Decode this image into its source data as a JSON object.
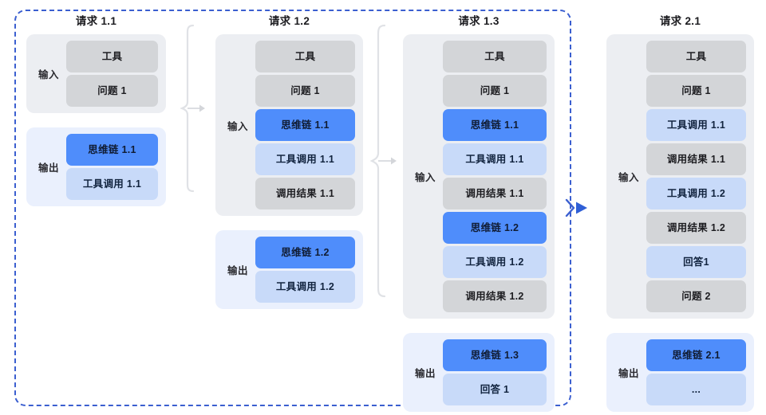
{
  "diagram": {
    "title_none": "",
    "group_label": "requests-1-group",
    "colors": {
      "accent_blue": "#4f8dfb",
      "light_blue": "#c8daf9",
      "grey_row": "#d3d5d8",
      "input_panel": "#eceef2",
      "output_panel": "#eaf0fd",
      "dashed_border": "#3b5fd0",
      "bracket_grey": "#dddfe3"
    },
    "labels": {
      "input": "输入",
      "output": "输出"
    },
    "columns": [
      {
        "id": "request-1-1",
        "title": "请求 1.1",
        "input": {
          "label": "输入",
          "rows": [
            {
              "text": "工具",
              "style": "grey"
            },
            {
              "text": "问题 1",
              "style": "grey"
            }
          ]
        },
        "output": {
          "label": "输出",
          "rows": [
            {
              "text": "思维链 1.1",
              "style": "blue"
            },
            {
              "text": "工具调用 1.1",
              "style": "lightblue"
            }
          ]
        }
      },
      {
        "id": "request-1-2",
        "title": "请求 1.2",
        "input": {
          "label": "输入",
          "rows": [
            {
              "text": "工具",
              "style": "grey"
            },
            {
              "text": "问题 1",
              "style": "grey"
            },
            {
              "text": "思维链 1.1",
              "style": "blue"
            },
            {
              "text": "工具调用 1.1",
              "style": "lightblue"
            },
            {
              "text": "调用结果 1.1",
              "style": "grey"
            }
          ]
        },
        "output": {
          "label": "输出",
          "rows": [
            {
              "text": "思维链 1.2",
              "style": "blue"
            },
            {
              "text": "工具调用 1.2",
              "style": "lightblue"
            }
          ]
        }
      },
      {
        "id": "request-1-3",
        "title": "请求 1.3",
        "input": {
          "label": "输入",
          "rows": [
            {
              "text": "工具",
              "style": "grey"
            },
            {
              "text": "问题 1",
              "style": "grey"
            },
            {
              "text": "思维链 1.1",
              "style": "blue"
            },
            {
              "text": "工具调用 1.1",
              "style": "lightblue"
            },
            {
              "text": "调用结果 1.1",
              "style": "grey"
            },
            {
              "text": "思维链 1.2",
              "style": "blue"
            },
            {
              "text": "工具调用 1.2",
              "style": "lightblue"
            },
            {
              "text": "调用结果 1.2",
              "style": "grey"
            }
          ]
        },
        "output": {
          "label": "输出",
          "rows": [
            {
              "text": "思维链 1.3",
              "style": "blue"
            },
            {
              "text": "回答 1",
              "style": "lightblue"
            }
          ]
        }
      },
      {
        "id": "request-2-1",
        "title": "请求 2.1",
        "input": {
          "label": "输入",
          "rows": [
            {
              "text": "工具",
              "style": "grey"
            },
            {
              "text": "问题 1",
              "style": "grey"
            },
            {
              "text": "工具调用 1.1",
              "style": "lightblue"
            },
            {
              "text": "调用结果 1.1",
              "style": "grey"
            },
            {
              "text": "工具调用 1.2",
              "style": "lightblue"
            },
            {
              "text": "调用结果 1.2",
              "style": "grey"
            },
            {
              "text": "回答1",
              "style": "lightblue"
            },
            {
              "text": "问题 2",
              "style": "grey"
            }
          ]
        },
        "output": {
          "label": "输出",
          "rows": [
            {
              "text": "思维链 2.1",
              "style": "blue"
            },
            {
              "text": "...",
              "style": "lightblue"
            }
          ]
        }
      }
    ],
    "connectors": [
      {
        "id": "bracket-1-to-2",
        "kind": "curly-bracket-arrow"
      },
      {
        "id": "bracket-2-to-3",
        "kind": "curly-bracket-arrow"
      },
      {
        "id": "blue-arrow-group-to-2-1",
        "kind": "arrow-right"
      }
    ]
  }
}
